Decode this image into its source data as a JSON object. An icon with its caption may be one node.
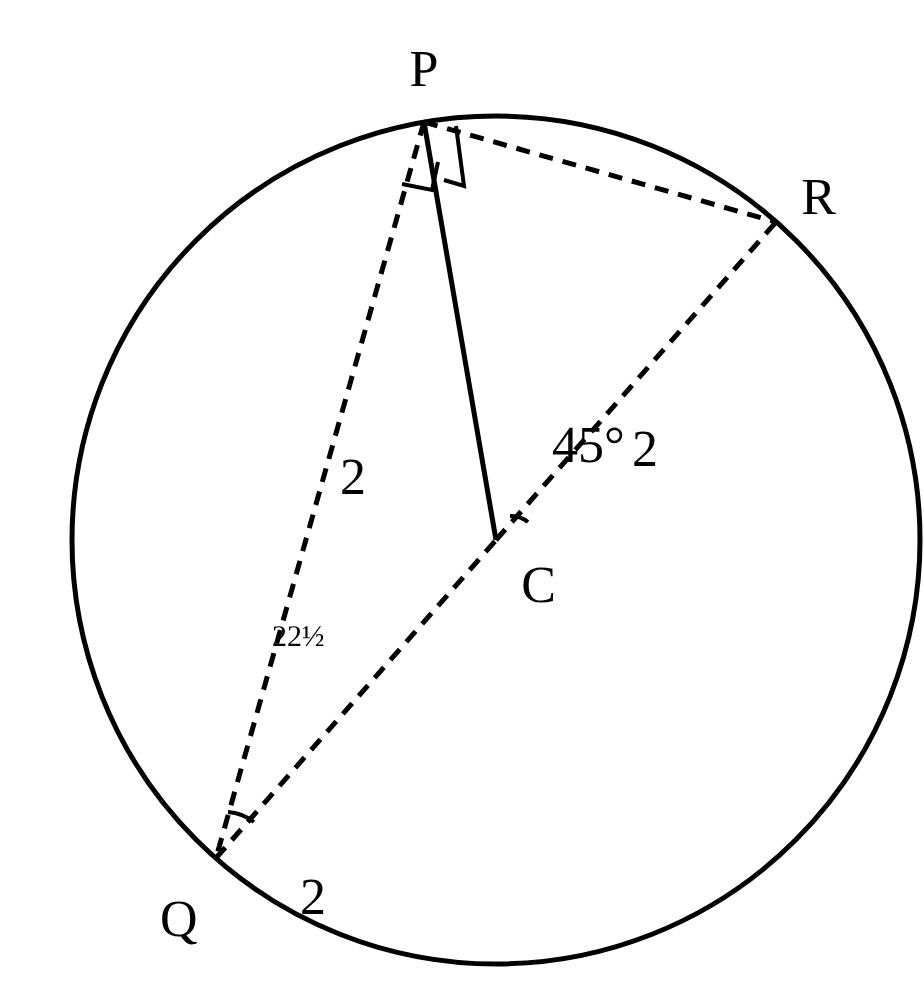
{
  "diagram": {
    "nodes": [
      {
        "text": [
          "P"
        ]
      },
      {
        "text": [
          "R"
        ]
      },
      {
        "text": [
          "C"
        ]
      },
      {
        "text": [
          "Q"
        ]
      }
    ],
    "edges": [
      {
        "from": 0,
        "to": 3,
        "arrow": "none",
        "style": "dashed"
      },
      {
        "from": 0,
        "to": 1,
        "arrow": "none",
        "style": "dashed"
      },
      {
        "from": 0,
        "to": 2,
        "arrow": "none"
      },
      {
        "from": 3,
        "to": 2,
        "arrow": "none",
        "style": "dashed"
      },
      {
        "from": 2,
        "to": 1,
        "arrow": "none",
        "style": "dashed"
      }
    ],
    "labels": [
      "45°",
      "2",
      "2",
      "22½",
      "2"
    ]
  }
}
